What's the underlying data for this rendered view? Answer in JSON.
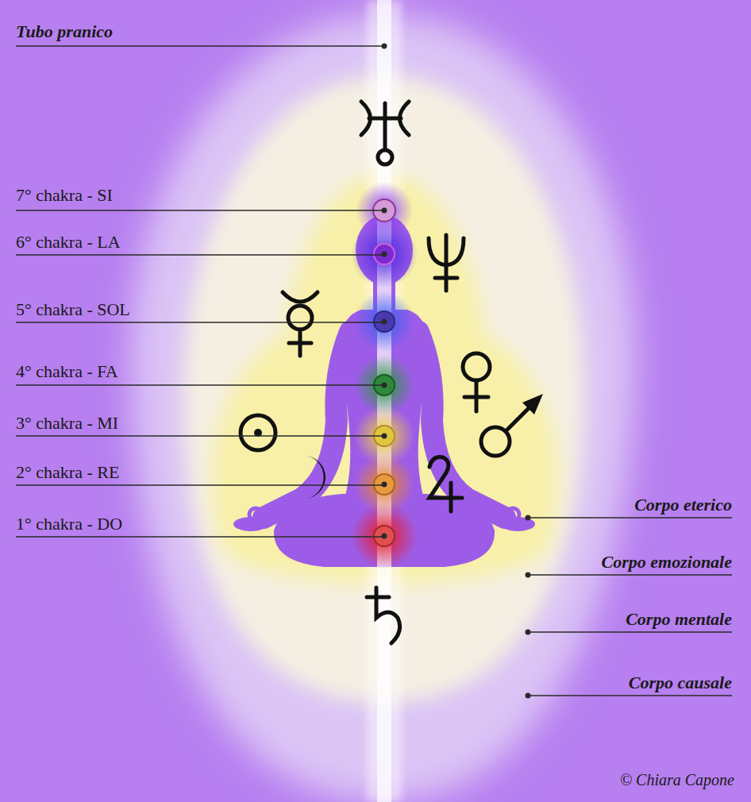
{
  "diagram": {
    "labels": [
      "Tubo pranico",
      "7° chakra - SI",
      "6° chakra - LA",
      "5° chakra - SOL",
      "4° chakra - FA",
      "3° chakra - MI",
      "2° chakra - RE",
      "1° chakra - DO",
      "Corpo eterico",
      "Corpo emozionale",
      "Corpo mentale",
      "Corpo causale",
      "© Chiara Capone"
    ]
  }
}
